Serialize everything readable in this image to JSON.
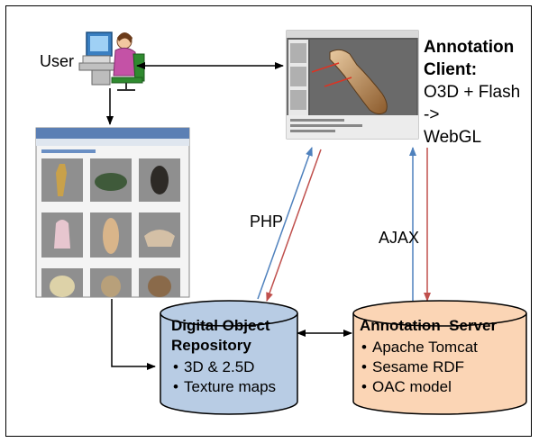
{
  "user": {
    "label": "User"
  },
  "annotation_client": {
    "title_lines": [
      "Annotation",
      "Client:"
    ],
    "tech_lines": [
      "O3D + Flash",
      "->",
      "WebGL"
    ]
  },
  "edges": {
    "php_label": "PHP",
    "ajax_label": "AJAX"
  },
  "repository": {
    "title_lines": [
      "Digital Object",
      "Repository"
    ],
    "items": [
      "3D & 2.5D",
      "Texture maps"
    ],
    "fill_color": "#b8cce4"
  },
  "server": {
    "title": "Annotation  Server",
    "items": [
      "Apache Tomcat",
      "Sesame RDF",
      "OAC model"
    ],
    "fill_color": "#fbd5b5"
  },
  "colors": {
    "blue_arrow": "#4f81bd",
    "red_arrow": "#c0504d"
  }
}
